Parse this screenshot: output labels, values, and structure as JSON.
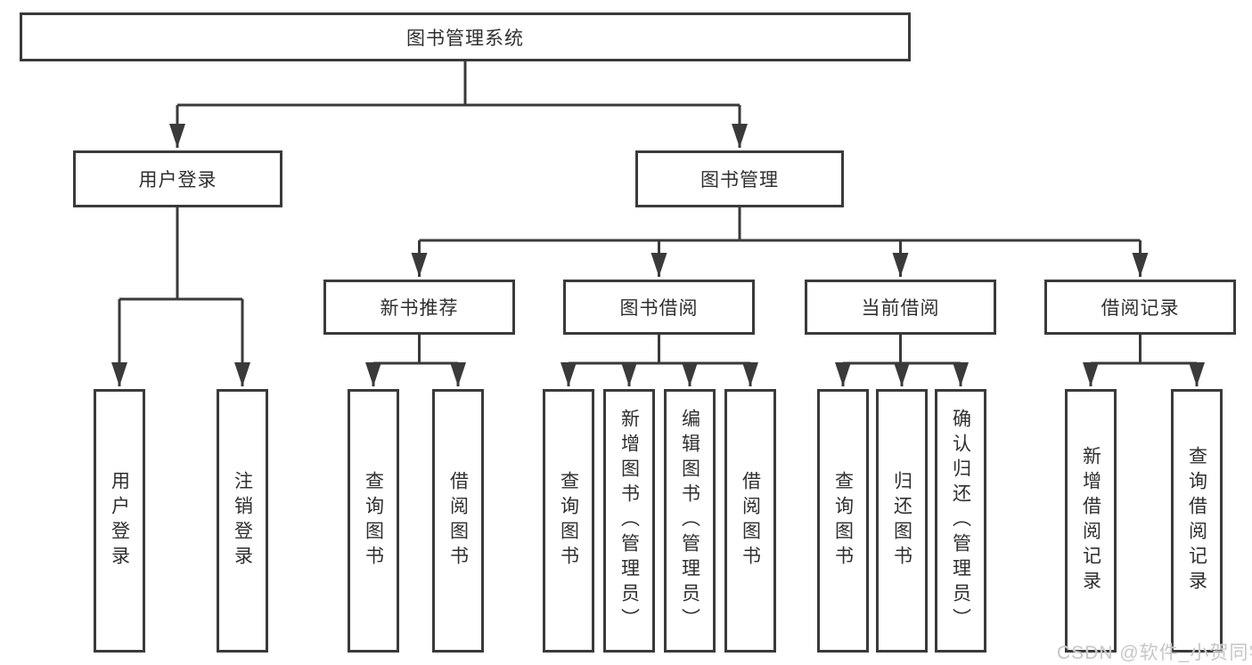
{
  "tree": {
    "root": "图书管理系统",
    "level2": [
      {
        "label": "用户登录",
        "children": [
          "用户登录",
          "注销登录"
        ]
      },
      {
        "label": "图书管理",
        "children": [
          {
            "label": "新书推荐",
            "children": [
              "查询图书",
              "借阅图书"
            ]
          },
          {
            "label": "图书借阅",
            "children": [
              "查询图书",
              "新增图书（管理员）",
              "编辑图书（管理员）",
              "借阅图书"
            ]
          },
          {
            "label": "当前借阅",
            "children": [
              "查询图书",
              "归还图书",
              "确认归还（管理员）"
            ]
          },
          {
            "label": "借阅记录",
            "children": [
              "新增借阅记录",
              "查询借阅记录"
            ]
          }
        ]
      }
    ]
  },
  "watermark": "CSDN @软件_小贺同学",
  "colors": {
    "line": "#3a3a3a",
    "text": "#2f2f2f",
    "watermark": "#c6c6c6",
    "background": "#ffffff"
  }
}
